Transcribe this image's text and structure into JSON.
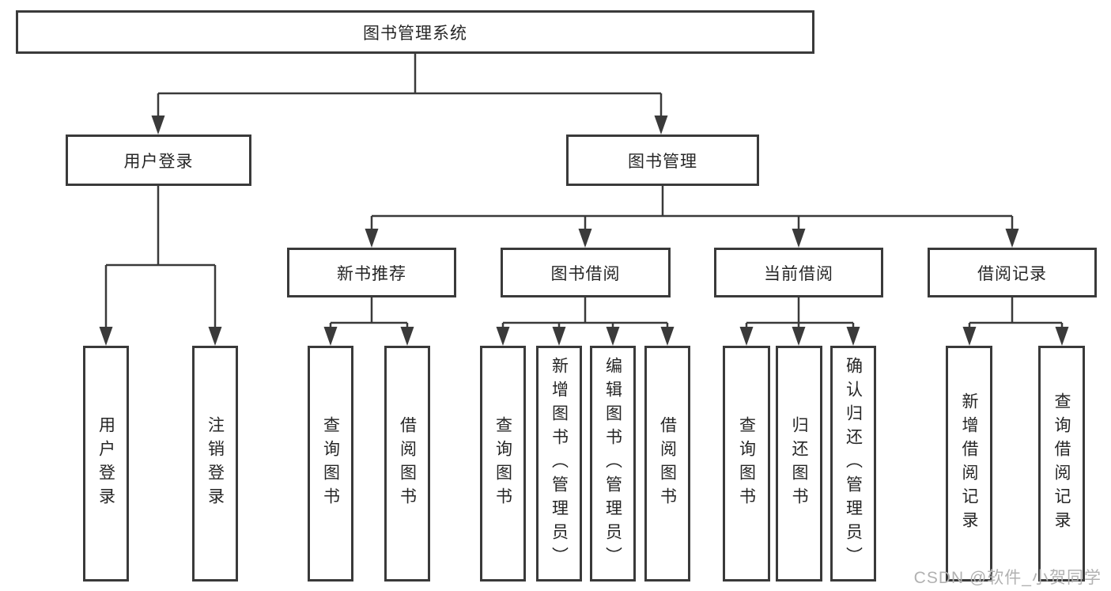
{
  "tree": {
    "label": "图书管理系统",
    "children": [
      {
        "label": "用户登录",
        "children": [
          {
            "label": "用户登录"
          },
          {
            "label": "注销登录"
          }
        ]
      },
      {
        "label": "图书管理",
        "children": [
          {
            "label": "新书推荐",
            "children": [
              {
                "label": "查询图书"
              },
              {
                "label": "借阅图书"
              }
            ]
          },
          {
            "label": "图书借阅",
            "children": [
              {
                "label": "查询图书"
              },
              {
                "label": "新增图书（管理员）"
              },
              {
                "label": "编辑图书（管理员）"
              },
              {
                "label": "借阅图书"
              }
            ]
          },
          {
            "label": "当前借阅",
            "children": [
              {
                "label": "查询图书"
              },
              {
                "label": "归还图书"
              },
              {
                "label": "确认归还（管理员）"
              }
            ]
          },
          {
            "label": "借阅记录",
            "children": [
              {
                "label": "新增借阅记录"
              },
              {
                "label": "查询借阅记录"
              }
            ]
          }
        ]
      }
    ]
  },
  "watermark": {
    "text": "CSDN @软件_小贺同学"
  },
  "colors": {
    "line": "#3a3a3a",
    "text": "#262626",
    "watermark": "#b1b1b1",
    "background": "#ffffff"
  }
}
